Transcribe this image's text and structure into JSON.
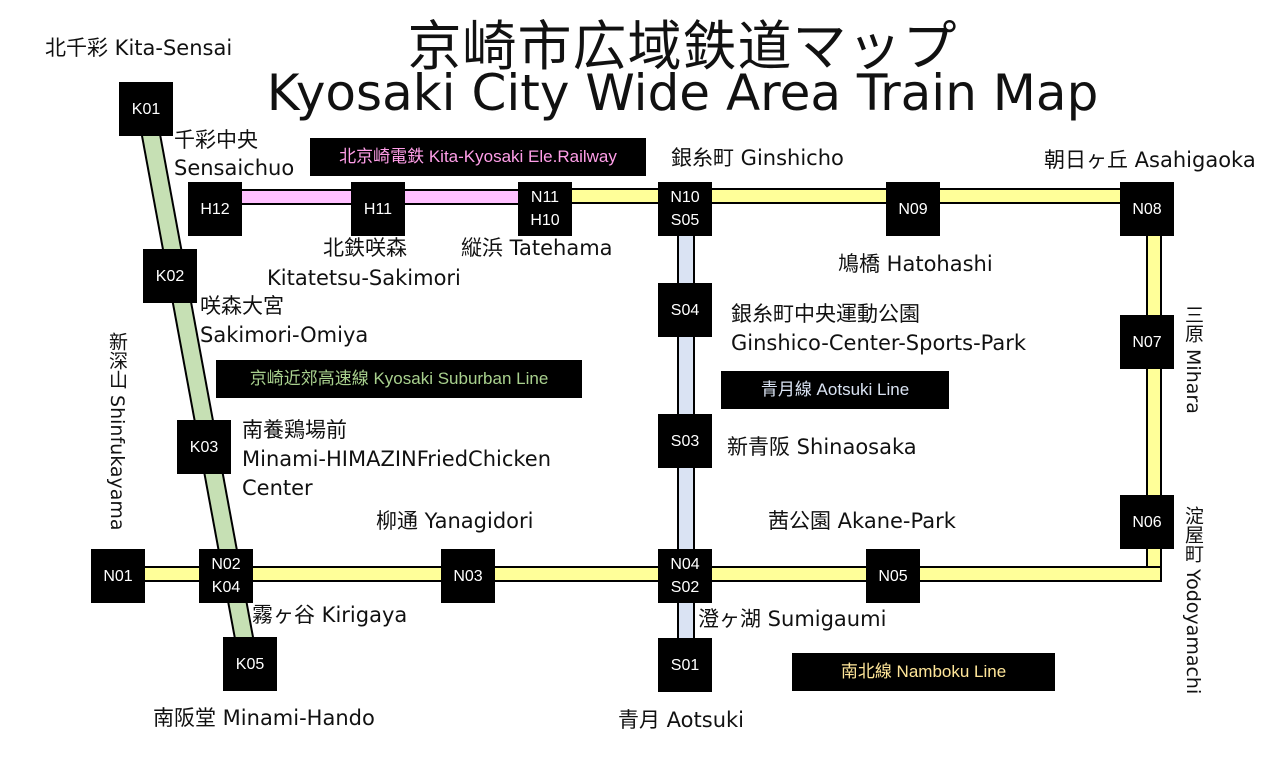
{
  "title": {
    "jp": "京崎市広域鉄道マップ",
    "en": "Kyosaki City Wide Area Train Map"
  },
  "lines": {
    "kita_kyosaki": {
      "label": "北京崎電鉄 Kita-Kyosaki Ele.Railway",
      "color": "#ffc0ff",
      "text_color": "#ff9ee8"
    },
    "suburban": {
      "label": "京崎近郊高速線 Kyosaki Suburban Line",
      "color": "#c6e0b4",
      "text_color": "#a9d18e"
    },
    "aotsuki": {
      "label": "青月線 Aotsuki Line",
      "color": "#dae3f3",
      "text_color": "#dae3f3"
    },
    "namboku": {
      "label": "南北線 Namboku Line",
      "color": "#ffff99",
      "text_color": "#ffe699"
    }
  },
  "stations": {
    "K01": {
      "code1": "K01"
    },
    "K02": {
      "code1": "K02"
    },
    "K03": {
      "code1": "K03"
    },
    "N02_K04": {
      "code1": "N02",
      "code2": "K04"
    },
    "K05": {
      "code1": "K05"
    },
    "H12": {
      "code1": "H12"
    },
    "H11": {
      "code1": "H11"
    },
    "N11_H10": {
      "code1": "N11",
      "code2": "H10"
    },
    "N10_S05": {
      "code1": "N10",
      "code2": "S05"
    },
    "N09": {
      "code1": "N09"
    },
    "N08": {
      "code1": "N08"
    },
    "N07": {
      "code1": "N07"
    },
    "N06": {
      "code1": "N06"
    },
    "N05": {
      "code1": "N05"
    },
    "N04_S02": {
      "code1": "N04",
      "code2": "S02"
    },
    "N03": {
      "code1": "N03"
    },
    "N01": {
      "code1": "N01"
    },
    "S04": {
      "code1": "S04"
    },
    "S03": {
      "code1": "S03"
    },
    "S01": {
      "code1": "S01"
    }
  },
  "station_names": {
    "kita_sensai": "北千彩 Kita-Sensai",
    "sensaichuo_jp": "千彩中央",
    "sensaichuo_en": "Sensaichuo",
    "kitatetsu_jp": "北鉄咲森",
    "kitatetsu_en": "Kitatetsu-Sakimori",
    "tatehama": "縦浜 Tatehama",
    "ginshicho": "銀糸町 Ginshicho",
    "asahigaoka": "朝日ヶ丘 Asahigaoka",
    "hatohashi": "鳩橋 Hatohashi",
    "sakimori_jp": "咲森大宮",
    "sakimori_en": "Sakimori-Omiya",
    "sports_park_jp": "銀糸町中央運動公園",
    "sports_park_en": "Ginshico-Center-Sports-Park",
    "mihara": "三原 Mihara",
    "shinfukayama": "新深山 Shinfukayama",
    "minami_himazin_jp": "南養鶏場前",
    "minami_himazin_en1": "Minami-HIMAZINFriedChicken",
    "minami_himazin_en2": "Center",
    "shinaosaka": "新青阪 Shinaosaka",
    "yanagidori": "柳通 Yanagidori",
    "akane_park": "茜公園 Akane-Park",
    "yodoyamachi": "淀屋町 Yodoyamachi",
    "kirigaya": "霧ヶ谷 Kirigaya",
    "sumigaumi": "澄ヶ湖 Sumigaumi",
    "minami_hando": "南阪堂 Minami-Hando",
    "aotsuki": "青月 Aotsuki"
  }
}
